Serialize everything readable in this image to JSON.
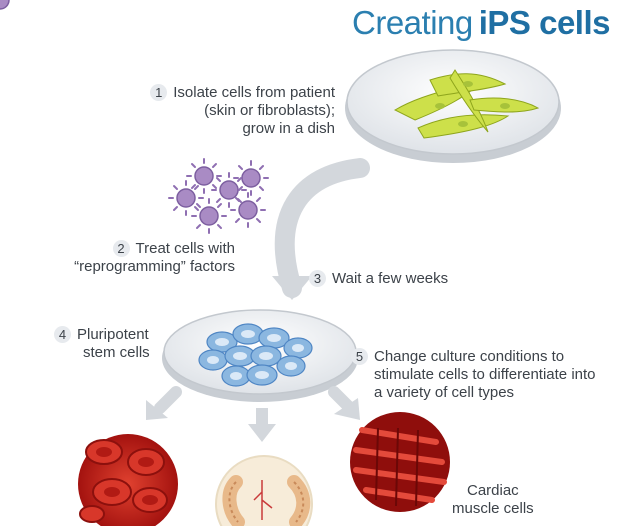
{
  "title": {
    "light": "Creating",
    "bold": "iPS cells"
  },
  "steps": [
    {
      "num": "1",
      "lines": [
        "Isolate cells from patient",
        "(skin or fibroblasts);",
        "grow in a dish"
      ]
    },
    {
      "num": "2",
      "lines": [
        "Treat cells with",
        "“reprogramming” factors"
      ]
    },
    {
      "num": "3",
      "lines": [
        "Wait a few weeks"
      ]
    },
    {
      "num": "4",
      "lines": [
        "Pluripotent",
        "stem cells"
      ]
    },
    {
      "num": "5",
      "lines": [
        "Change culture conditions to",
        "stimulate cells to differentiate into",
        "a variety of cell types"
      ]
    }
  ],
  "outputs": [
    {
      "label": ""
    },
    {
      "label": ""
    },
    {
      "label_lines": [
        "Cardiac",
        "muscle cells"
      ]
    }
  ],
  "colors": {
    "title_blue": "#2b7fb0",
    "fibroblast_green": "#cde04a",
    "virus_purple": "#a98bc4",
    "stem_cell_blue": "#8bb7e0",
    "blood_red": "#c0201c",
    "arrow_gray": "#d3d7dc"
  }
}
